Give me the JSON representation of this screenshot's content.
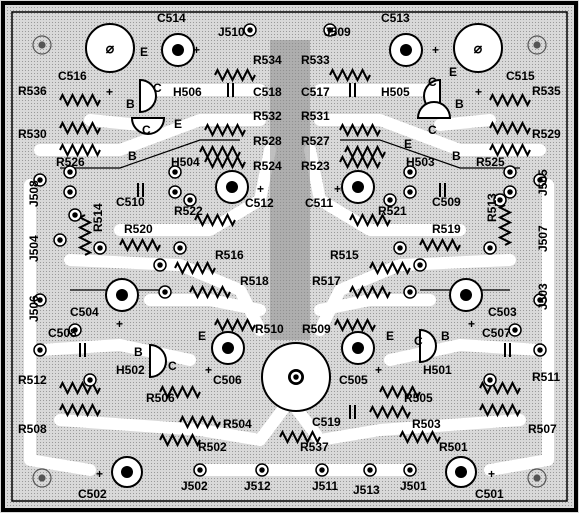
{
  "diagram": {
    "labels": [
      {
        "id": "C514",
        "text": "C514"
      },
      {
        "id": "J510",
        "text": "J510"
      },
      {
        "id": "J509",
        "text": "J509"
      },
      {
        "id": "C513",
        "text": "C513"
      },
      {
        "id": "R534",
        "text": "R534"
      },
      {
        "id": "R533",
        "text": "R533"
      },
      {
        "id": "C516",
        "text": "C516"
      },
      {
        "id": "C515",
        "text": "C515"
      },
      {
        "id": "R536",
        "text": "R536"
      },
      {
        "id": "R535",
        "text": "R535"
      },
      {
        "id": "H506",
        "text": "H506"
      },
      {
        "id": "C518",
        "text": "C518"
      },
      {
        "id": "C517",
        "text": "C517"
      },
      {
        "id": "H505",
        "text": "H505"
      },
      {
        "id": "R532",
        "text": "R532"
      },
      {
        "id": "R531",
        "text": "R531"
      },
      {
        "id": "R530",
        "text": "R530"
      },
      {
        "id": "R529",
        "text": "R529"
      },
      {
        "id": "R528",
        "text": "R528"
      },
      {
        "id": "R527",
        "text": "R527"
      },
      {
        "id": "R526",
        "text": "R526"
      },
      {
        "id": "H504",
        "text": "H504"
      },
      {
        "id": "H503",
        "text": "H503"
      },
      {
        "id": "R525",
        "text": "R525"
      },
      {
        "id": "R524",
        "text": "R524"
      },
      {
        "id": "R523",
        "text": "R523"
      },
      {
        "id": "J508",
        "text": "J508"
      },
      {
        "id": "C510",
        "text": "C510"
      },
      {
        "id": "C509",
        "text": "C509"
      },
      {
        "id": "J505",
        "text": "J505"
      },
      {
        "id": "R514",
        "text": "R514"
      },
      {
        "id": "R513",
        "text": "R513"
      },
      {
        "id": "R522",
        "text": "R522"
      },
      {
        "id": "C512",
        "text": "C512"
      },
      {
        "id": "C511",
        "text": "C511"
      },
      {
        "id": "R521",
        "text": "R521"
      },
      {
        "id": "J504",
        "text": "J504"
      },
      {
        "id": "R520",
        "text": "R520"
      },
      {
        "id": "R519",
        "text": "R519"
      },
      {
        "id": "J507",
        "text": "J507"
      },
      {
        "id": "R516",
        "text": "R516"
      },
      {
        "id": "R515",
        "text": "R515"
      },
      {
        "id": "J506",
        "text": "J506"
      },
      {
        "id": "R518",
        "text": "R518"
      },
      {
        "id": "R517",
        "text": "R517"
      },
      {
        "id": "J503",
        "text": "J503"
      },
      {
        "id": "C504",
        "text": "C504"
      },
      {
        "id": "C503",
        "text": "C503"
      },
      {
        "id": "C508",
        "text": "C508"
      },
      {
        "id": "R510",
        "text": "R510"
      },
      {
        "id": "R509",
        "text": "R509"
      },
      {
        "id": "C507",
        "text": "C507"
      },
      {
        "id": "H502",
        "text": "H502"
      },
      {
        "id": "C506",
        "text": "C506"
      },
      {
        "id": "C505",
        "text": "C505"
      },
      {
        "id": "H501",
        "text": "H501"
      },
      {
        "id": "R512",
        "text": "R512"
      },
      {
        "id": "R511",
        "text": "R511"
      },
      {
        "id": "R506",
        "text": "R506"
      },
      {
        "id": "R505",
        "text": "R505"
      },
      {
        "id": "R508",
        "text": "R508"
      },
      {
        "id": "R504",
        "text": "R504"
      },
      {
        "id": "C519",
        "text": "C519"
      },
      {
        "id": "R503",
        "text": "R503"
      },
      {
        "id": "R507",
        "text": "R507"
      },
      {
        "id": "R502",
        "text": "R502"
      },
      {
        "id": "R537",
        "text": "R537"
      },
      {
        "id": "R501",
        "text": "R501"
      },
      {
        "id": "C502",
        "text": "C502"
      },
      {
        "id": "J502",
        "text": "J502"
      },
      {
        "id": "J512",
        "text": "J512"
      },
      {
        "id": "J511",
        "text": "J511"
      },
      {
        "id": "J513",
        "text": "J513"
      },
      {
        "id": "J501",
        "text": "J501"
      },
      {
        "id": "C501",
        "text": "C501"
      }
    ],
    "pin_marks": {
      "E": "E",
      "B": "B",
      "C": "C",
      "plus": "+"
    }
  }
}
